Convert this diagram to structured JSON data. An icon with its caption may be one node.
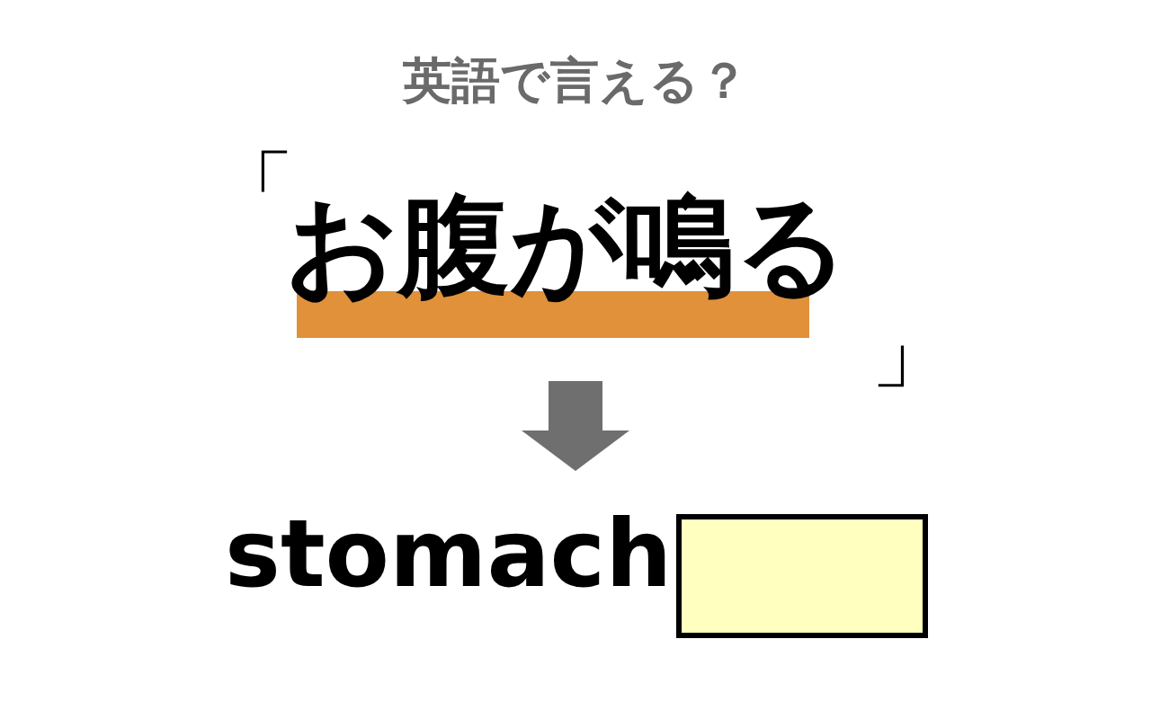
{
  "diagram": {
    "title": "英語で言える？",
    "nodes": [
      {
        "text": [
          "お腹が鳴る"
        ]
      },
      {
        "text": [
          "stomach"
        ]
      },
      {
        "text": [],
        "shape": "box",
        "in": 1
      }
    ],
    "edges": [
      {
        "from": 0,
        "to": 1,
        "arrow": "to",
        "style": "thick",
        "color": "#6f6f6f"
      }
    ],
    "labels": [
      "「",
      "」"
    ]
  }
}
